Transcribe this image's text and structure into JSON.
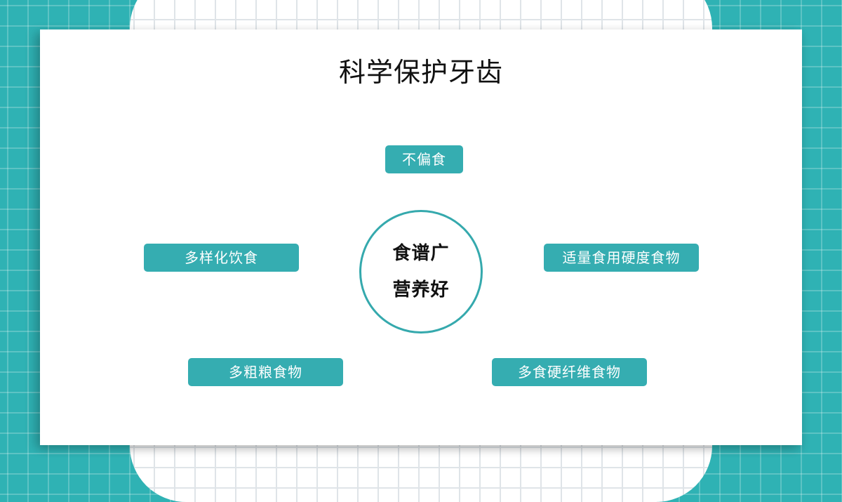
{
  "slide": {
    "title": "科学保护牙齿",
    "center": {
      "line1": "食谱广",
      "line2": "营养好"
    },
    "tags": [
      {
        "label": "不偏食"
      },
      {
        "label": "多样化饮食"
      },
      {
        "label": "适量食用硬度食物"
      },
      {
        "label": "多粗粮食物"
      },
      {
        "label": "多食硬纤维食物"
      }
    ]
  },
  "colors": {
    "accent": "#35adb1",
    "background_teal": "#2fb2b4",
    "grid_line_gray": "#dfe4e8",
    "text_dark": "#111111"
  }
}
